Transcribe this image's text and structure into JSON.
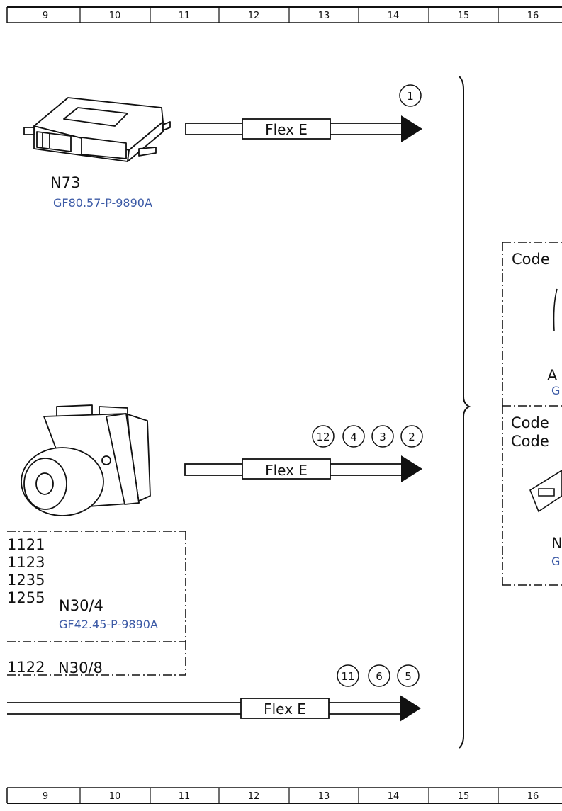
{
  "ruler": {
    "cells": [
      "9",
      "10",
      "11",
      "12",
      "13",
      "14",
      "15",
      "16"
    ]
  },
  "components": {
    "n73": {
      "label": "N73",
      "ref": "GF80.57-P-9890A"
    },
    "n30_4": {
      "label": "N30/4",
      "ref": "GF42.45-P-9890A",
      "codes": [
        "1121",
        "1123",
        "1235",
        "1255"
      ]
    },
    "n30_8": {
      "label": "N30/8",
      "code": "1122"
    }
  },
  "buses": {
    "top": {
      "label": "Flex E",
      "circles": [
        "1"
      ]
    },
    "middle": {
      "label": "Flex E",
      "circles": [
        "12",
        "4",
        "3",
        "2"
      ]
    },
    "bottom": {
      "label": "Flex E",
      "circles": [
        "11",
        "6",
        "5"
      ]
    }
  },
  "right_panel": {
    "box1": {
      "code_label": "Code",
      "partial_label": "A",
      "partial_ref": "G"
    },
    "box2": {
      "code_label_1": "Code",
      "code_label_2": "Code",
      "partial_label": "N",
      "partial_ref": "G"
    }
  }
}
